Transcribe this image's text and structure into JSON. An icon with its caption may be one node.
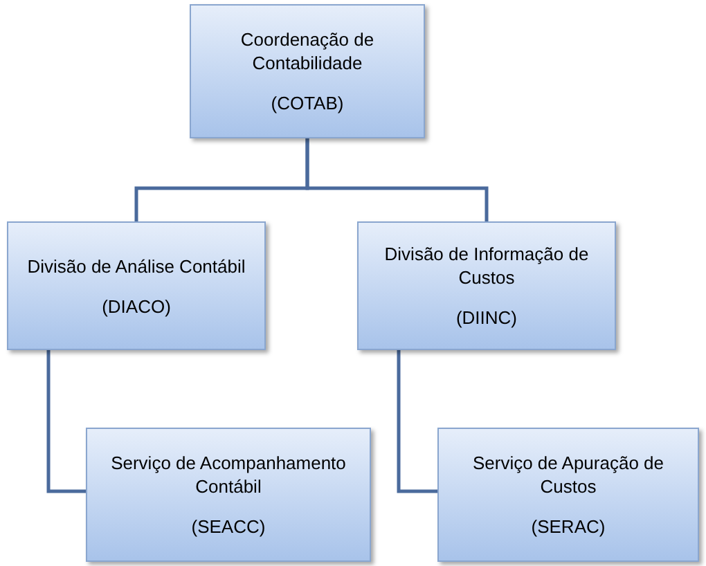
{
  "diagram": {
    "nodes": [
      {
        "text": [
          "Coordenação de Contabilidade",
          "(COTAB)"
        ]
      },
      {
        "text": [
          "Divisão de Análise Contábil",
          "(DIACO)"
        ]
      },
      {
        "text": [
          "Divisão de Informação de Custos",
          "(DIINC)"
        ]
      },
      {
        "text": [
          "Serviço de Acompanhamento Contábil",
          "(SEACC)"
        ]
      },
      {
        "text": [
          "Serviço de Apuração de Custos",
          "(SERAC)"
        ]
      }
    ],
    "edges": [
      {
        "from": 0,
        "to": 1,
        "arrow": "none"
      },
      {
        "from": 0,
        "to": 2,
        "arrow": "none"
      },
      {
        "from": 1,
        "to": 3,
        "arrow": "none"
      },
      {
        "from": 2,
        "to": 4,
        "arrow": "none"
      }
    ]
  }
}
